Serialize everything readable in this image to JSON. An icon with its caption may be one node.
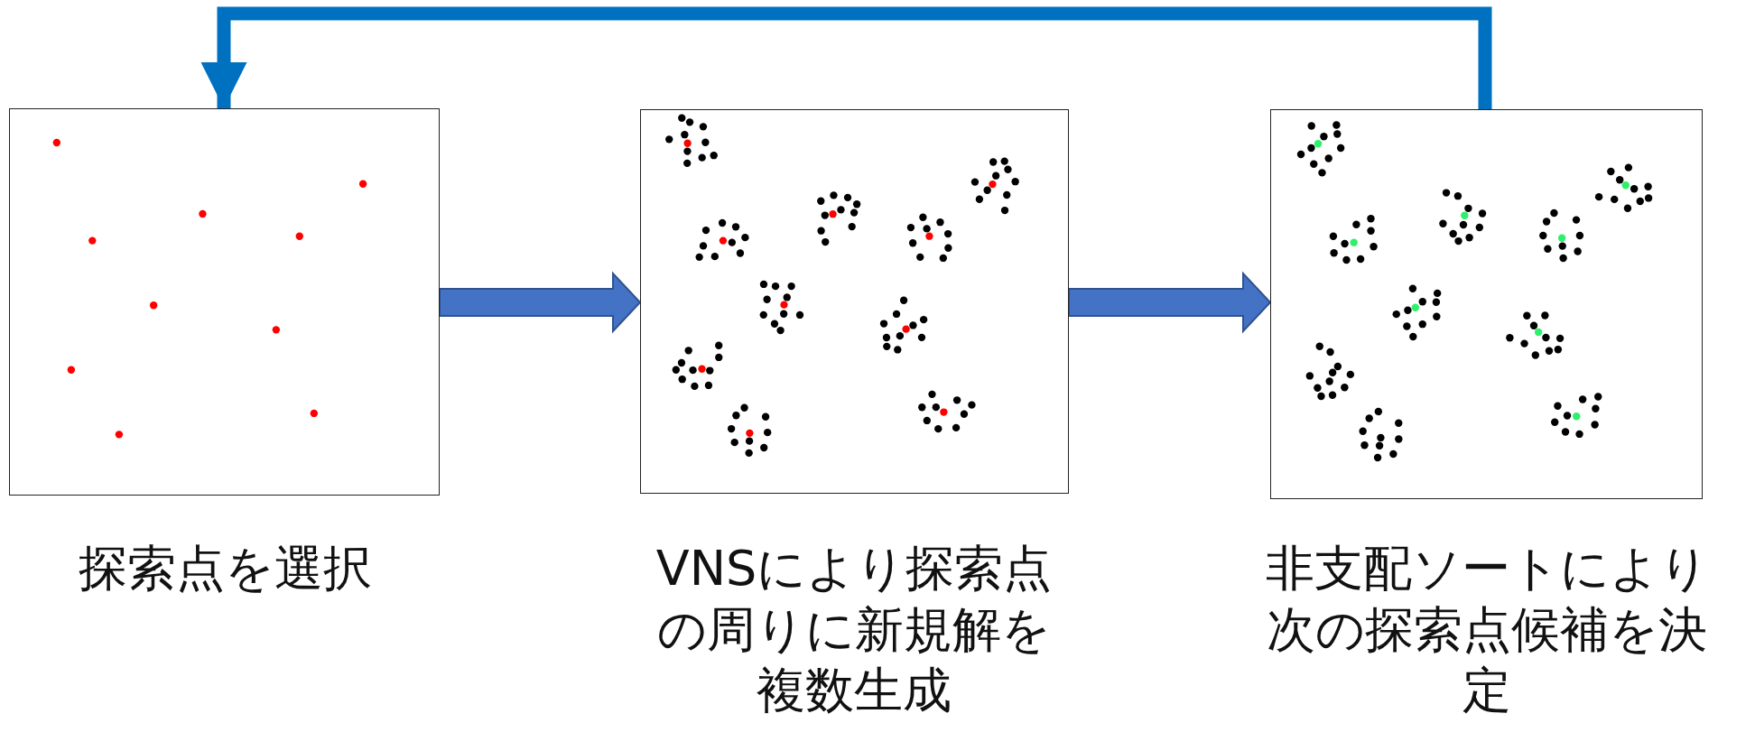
{
  "diagram": {
    "nodes": [
      {
        "text": [],
        "shape": "box",
        "beside": [
          "探索点を選択"
        ]
      },
      {
        "text": [],
        "shape": "box",
        "beside": [
          "VNSにより探索点の周りに新規解を複数生成"
        ]
      },
      {
        "text": [],
        "shape": "box",
        "beside": [
          "非支配ソートにより次の探索点候補を決定"
        ]
      }
    ],
    "edges": [
      {
        "from": 0,
        "to": 1,
        "arrow": "to"
      },
      {
        "from": 1,
        "to": 2,
        "arrow": "to"
      },
      {
        "from": 2,
        "to": 0,
        "arrow": "to",
        "color": "#0070c0"
      }
    ]
  }
}
